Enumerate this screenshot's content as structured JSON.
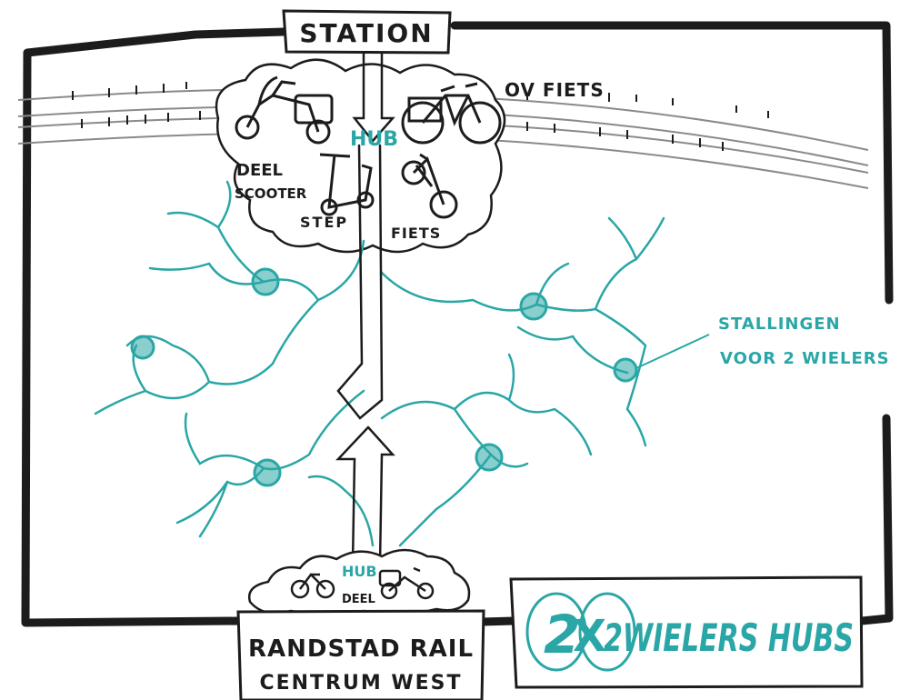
{
  "labels": {
    "station": "STATION",
    "ov_fiets": "OV FIETS",
    "hub_top": "HUB",
    "deel": "DEEL",
    "scooter": "SCOOTER",
    "step": "STEP",
    "fiets": "FIETS",
    "stallingen_line1": "STALLINGEN",
    "stallingen_line2": "VOOR 2 WIELERS",
    "hub_bottom": "HUB",
    "deel_bottom": "DEEL",
    "randstad_line1": "RANDSTAD RAIL",
    "randstad_line2": "CENTRUM WEST",
    "title_2": "2",
    "title_x": "X",
    "title_rest": "2WIELERS HUBS"
  },
  "colors": {
    "ink": "#1c1c1c",
    "teal": "#2aa6a6",
    "gray": "#9a9a9a"
  }
}
